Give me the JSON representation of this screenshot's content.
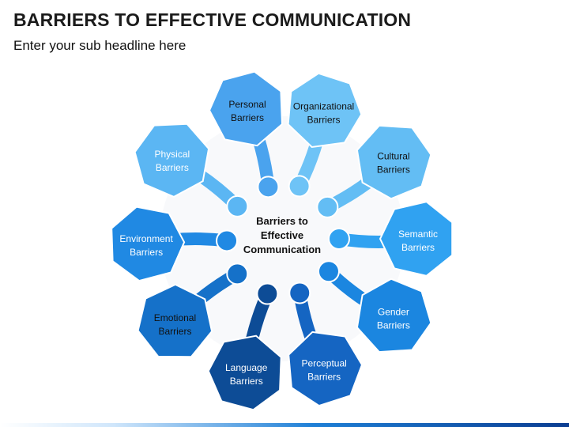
{
  "header": {
    "title": "BARRIERS TO EFFECTIVE COMMUNICATION",
    "subtitle": "Enter your sub headline here"
  },
  "center": {
    "lines": [
      "Barriers to",
      "Effective",
      "Communication"
    ]
  },
  "barriers": [
    {
      "id": "personal",
      "lines": [
        "Personal",
        "Barriers"
      ],
      "color": "#4aa3ee",
      "text_color": "#111111"
    },
    {
      "id": "organizational",
      "lines": [
        "Organizational",
        "Barriers"
      ],
      "color": "#6ec3f6",
      "text_color": "#111111"
    },
    {
      "id": "cultural",
      "lines": [
        "Cultural",
        "Barriers"
      ],
      "color": "#63bdf4",
      "text_color": "#111111"
    },
    {
      "id": "semantic",
      "lines": [
        "Semantic",
        "Barriers"
      ],
      "color": "#30a2f1",
      "text_color": "#ffffff"
    },
    {
      "id": "gender",
      "lines": [
        "Gender",
        "Barriers"
      ],
      "color": "#1b86e0",
      "text_color": "#ffffff"
    },
    {
      "id": "perceptual",
      "lines": [
        "Perceptual",
        "Barriers"
      ],
      "color": "#1565c2",
      "text_color": "#ffffff"
    },
    {
      "id": "language",
      "lines": [
        "Language",
        "Barriers"
      ],
      "color": "#0d4c96",
      "text_color": "#ffffff"
    },
    {
      "id": "emotional",
      "lines": [
        "Emotional",
        "Barriers"
      ],
      "color": "#1571c9",
      "text_color": "#111111"
    },
    {
      "id": "environment",
      "lines": [
        "Environment",
        "Barriers"
      ],
      "color": "#2089e3",
      "text_color": "#ffffff"
    },
    {
      "id": "physical",
      "lines": [
        "Physical",
        "Barriers"
      ],
      "color": "#5bb6f3",
      "text_color": "#ffffff"
    }
  ]
}
